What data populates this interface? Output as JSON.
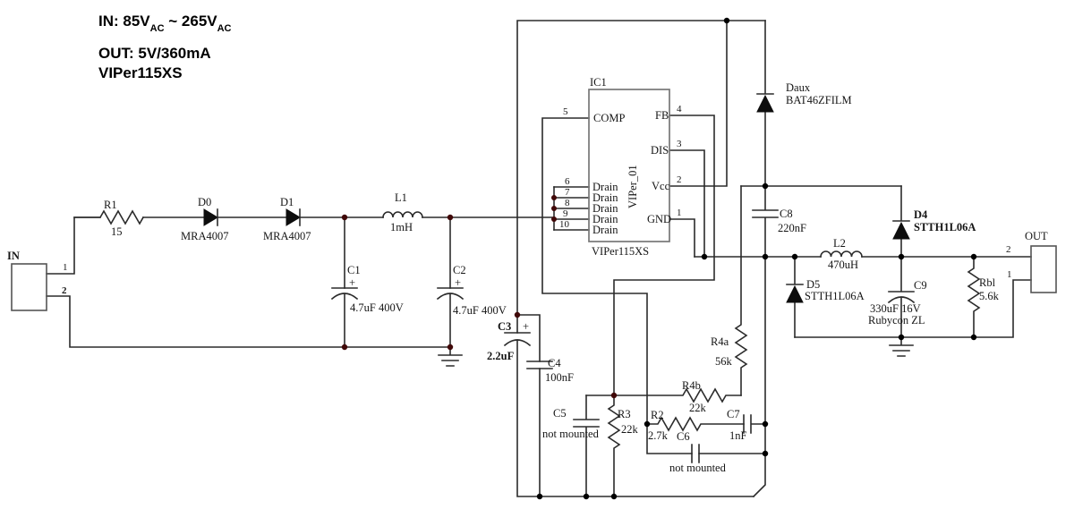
{
  "title": {
    "in_prefix": "IN: 85V",
    "in_sub_a": "AC",
    "in_mid": " ~ 265V",
    "in_sub_b": "AC",
    "out_line": "OUT: 5V/360mA",
    "part_line": "VIPer115XS"
  },
  "connectors": {
    "in": {
      "label": "IN",
      "pin1": "1",
      "pin2": "2"
    },
    "out": {
      "label": "OUT",
      "pin1": "1",
      "pin2": "2"
    }
  },
  "ic1": {
    "ref": "IC1",
    "part": "VIPer115XS",
    "internal": "VIPer_01",
    "pins": {
      "comp": "COMP",
      "fb": "FB",
      "dis": "DIS",
      "vcc": "Vcc",
      "gnd": "GND",
      "drain": "Drain"
    },
    "nums": {
      "comp": "5",
      "fb": "4",
      "dis": "3",
      "vcc": "2",
      "gnd": "1",
      "d6": "6",
      "d7": "7",
      "d8": "8",
      "d9": "9",
      "d10": "10"
    }
  },
  "components": {
    "r1": {
      "ref": "R1",
      "value": "15"
    },
    "d0": {
      "ref": "D0",
      "part": "MRA4007"
    },
    "d1": {
      "ref": "D1",
      "part": "MRA4007"
    },
    "l1": {
      "ref": "L1",
      "value": "1mH"
    },
    "c1": {
      "ref": "C1",
      "plus": "+",
      "value": "4.7uF 400V"
    },
    "c2": {
      "ref": "C2",
      "plus": "+",
      "value": "4.7uF 400V"
    },
    "c3": {
      "ref": "C3",
      "plus": "+",
      "value": "2.2uF"
    },
    "c4": {
      "ref": "C4",
      "value": "100nF"
    },
    "c5": {
      "ref": "C5",
      "note": "not mounted"
    },
    "r2": {
      "ref": "R2",
      "value": "2.7k"
    },
    "r3": {
      "ref": "R3",
      "value": "22k"
    },
    "r4a": {
      "ref": "R4a",
      "value": "56k"
    },
    "r4b": {
      "ref": "R4b",
      "value": "22k"
    },
    "c6": {
      "ref": "C6",
      "note": "not mounted"
    },
    "c7": {
      "ref": "C7",
      "value": "1nF"
    },
    "c8": {
      "ref": "C8",
      "value": "220nF"
    },
    "daux": {
      "ref": "Daux",
      "part": "BAT46ZFILM"
    },
    "d4": {
      "ref": "D4",
      "part": "STTH1L06A"
    },
    "d5": {
      "ref": "D5",
      "part": "STTH1L06A"
    },
    "l2": {
      "ref": "L2",
      "value": "470uH"
    },
    "c9": {
      "ref": "C9",
      "value": "330uF 16V",
      "brand": "Rubycon ZL"
    },
    "rbl": {
      "ref": "Rbl",
      "value": "5.6k"
    }
  },
  "colors": {
    "wire": "#2b2b2b",
    "junction": "#000000",
    "junction_alt": "#400808",
    "background": "#ffffff"
  }
}
